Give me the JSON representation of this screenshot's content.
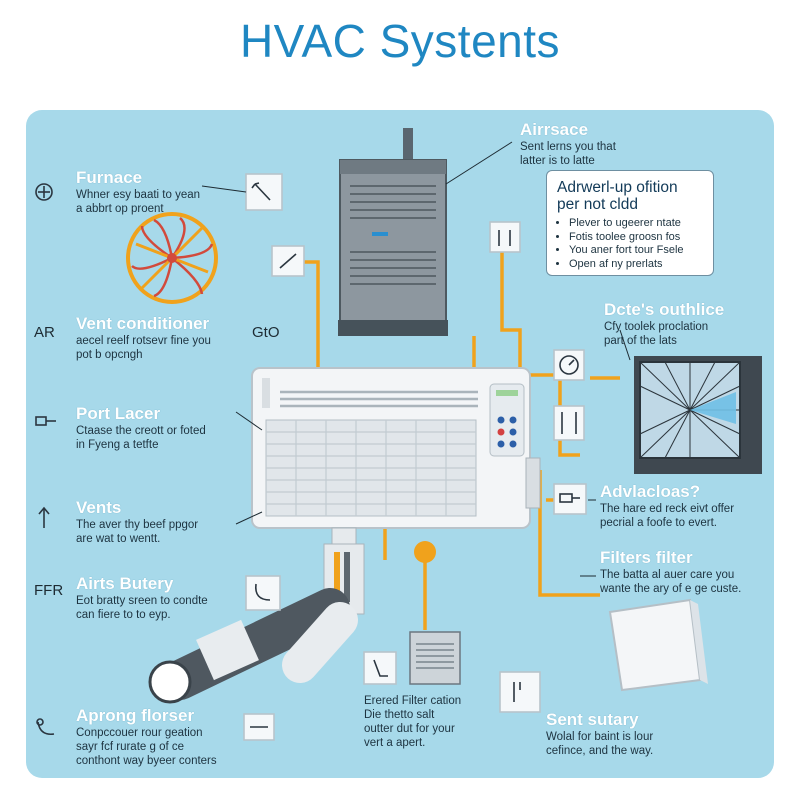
{
  "title": "HVAC Systents",
  "labels": {
    "airrsace": {
      "heading": "Airrsace",
      "lines": [
        "Sent lerns you that",
        "latter is to latte"
      ]
    },
    "furnace": {
      "heading": "Furnace",
      "lines": [
        "Whner esy baati to yean",
        "a abbrt op proent"
      ]
    },
    "vent_conditioner": {
      "tag": "AR",
      "heading": "Vent conditioner",
      "lines": [
        "aecel reelf rotsevr fine you",
        "pot b opcngh"
      ]
    },
    "port_lacer": {
      "heading": "Port Lacer",
      "lines": [
        "Ctaase the creott or foted",
        "in Fyeng a tetfte"
      ]
    },
    "vents": {
      "heading": "Vents",
      "lines": [
        "The aver thy beef ppgor",
        "are wat to wentt."
      ]
    },
    "airts_butery": {
      "tag": "FFR",
      "heading": "Airts Butery",
      "lines": [
        "Eot bratty sreen to condte",
        "can fiere to to eyp."
      ]
    },
    "aprong_florser": {
      "heading": "Aprong florser",
      "lines": [
        "Conpccouer rour geation",
        "sayr fcf rurate g of ce",
        "conthont way byeer conters"
      ]
    },
    "dctes_outhlice": {
      "heading": "Dcte's outhlice",
      "lines": [
        "Cfy toolek proclation",
        "part of the lats"
      ]
    },
    "advlacloas": {
      "heading": "Advlacloas?",
      "lines": [
        "The hare ed reck eivt offer",
        "pecrial a foofe to evert."
      ]
    },
    "filters_filter": {
      "heading": "Filters filter",
      "lines": [
        "The batta al auer care you",
        "wante the ary of e ge custe."
      ]
    },
    "sent_sutary": {
      "heading": "Sent sutary",
      "lines": [
        "Wolal for baint is lour",
        "cefince, and the way."
      ]
    },
    "erered_filter": {
      "lines": [
        "Erered Filter cation",
        "Die thetto salt",
        "outter dut for your",
        "vert a apert."
      ]
    },
    "gto_tag": "GtO"
  },
  "callout": {
    "title_lines": [
      "Adrwerl-up ofition",
      "per not cldd"
    ],
    "bullets": [
      "Plever to ugeerer ntate",
      "Fotis toolee groosn fos",
      "You aner fort tour Fsele",
      "Open af ny prerlats"
    ]
  },
  "colors": {
    "panel": "#a7d9ea",
    "title": "#1f87c2",
    "pipe": "#f0a21c",
    "heading": "#ffffff",
    "body_text": "#1d3340"
  },
  "icons": [
    "plug-icon",
    "wrench-icon",
    "screwdriver-icon",
    "gauge-icon",
    "thermometer-icon",
    "hose-icon",
    "fan-icon",
    "arrow-up-icon",
    "tool-icon"
  ]
}
